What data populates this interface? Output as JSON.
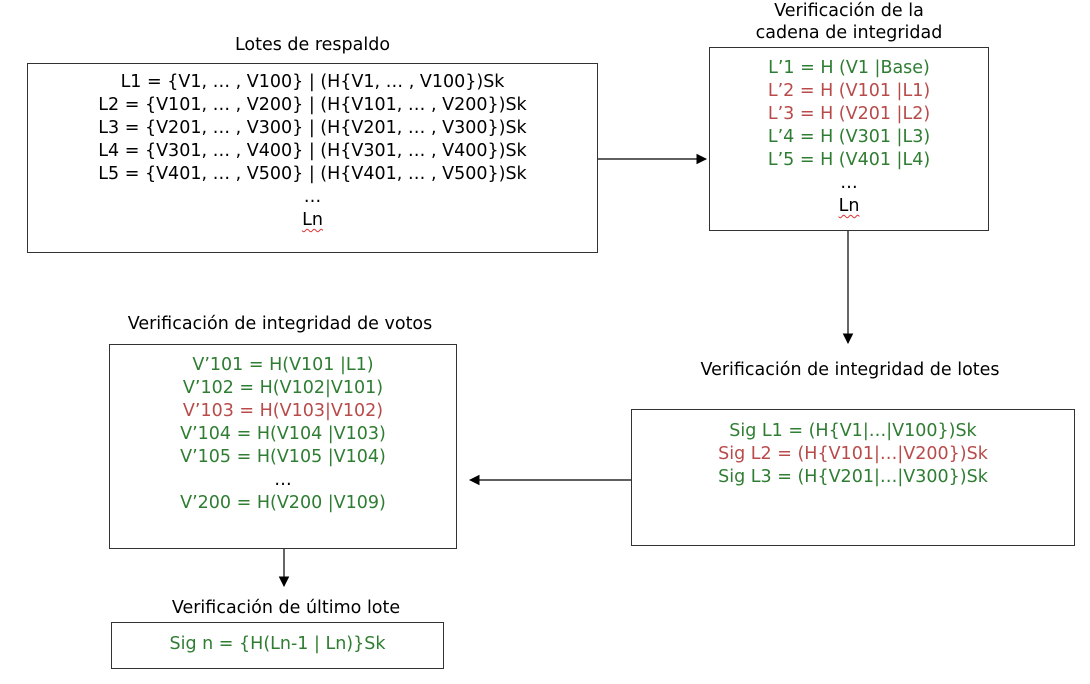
{
  "colors": {
    "green": "#2e7d32",
    "red": "#b84a4a",
    "border": "#333333",
    "arrow": "#000000"
  },
  "backup": {
    "title": "Lotes de respaldo",
    "lines": [
      "L1 = {V1, … , V100}  |  (H{V1, … , V100})Sk",
      "L2 = {V101, … , V200}  |  (H{V101, … , V200})Sk",
      "L3 = {V201, … , V300}  |  (H{V201, … , V300})Sk",
      "L4 = {V301, … , V400}  |  (H{V301, … , V400})Sk",
      "L5 = {V401, … , V500}  |  (H{V401, … , V500})Sk",
      "…",
      "Ln"
    ]
  },
  "chain": {
    "title_line1": "Verificación de la",
    "title_line2": "cadena de integridad",
    "lines": [
      "L’1 = H (V1  |Base)",
      "L’2 = H (V101  |L1)",
      "L’3 = H (V201  |L2)",
      "L’4 = H (V301  |L3)",
      "L’5 = H (V401  |L4)",
      "…",
      "Ln"
    ]
  },
  "batches": {
    "title": "Verificación de integridad de lotes",
    "lines": [
      "Sig L1 = (H{V1|…|V100})Sk",
      "Sig L2 = (H{V101|…|V200})Sk",
      "Sig L3 = (H{V201|…|V300})Sk"
    ]
  },
  "votes": {
    "title": "Verificación de integridad de votos",
    "lines": [
      "V’101 = H(V101  |L1)",
      "V’102 = H(V102|V101)",
      "V’103 = H(V103|V102)",
      "V’104 = H(V104  |V103)",
      "V’105 = H(V105  |V104)",
      "…",
      "V’200 = H(V200  |V109)"
    ]
  },
  "last": {
    "title": "Verificación de último lote",
    "line": "Sig n = {H(Ln-1 | Ln)}Sk"
  }
}
